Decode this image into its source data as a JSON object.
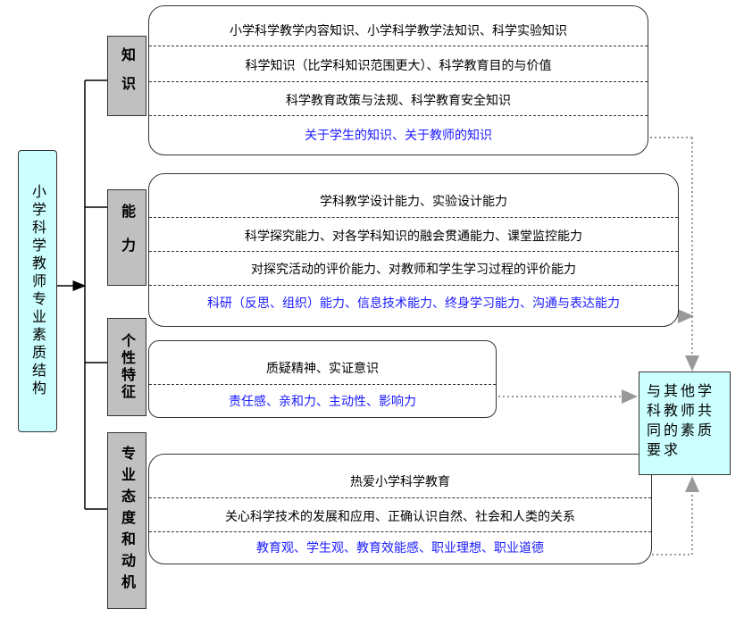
{
  "root": {
    "label": "小学科学教师专业素质结构"
  },
  "target": {
    "label": "与其他学科教师共同的素质要求"
  },
  "categories": [
    {
      "label": "知识",
      "items": [
        {
          "text": "小学科学教学内容知识、小学科学教学法知识、科学实验知识",
          "blue": false
        },
        {
          "text": "科学知识（比学科知识范围更大）、科学教育目的与价值",
          "blue": false
        },
        {
          "text": "科学教育政策与法规、科学教育安全知识",
          "blue": false
        },
        {
          "text": "关于学生的知识、关于教师的知识",
          "blue": true
        }
      ]
    },
    {
      "label": "能力",
      "items": [
        {
          "text": "学科教学设计能力、实验设计能力",
          "blue": false
        },
        {
          "text": "科学探究能力、对各学科知识的融会贯通能力、课堂监控能力",
          "blue": false
        },
        {
          "text": "对探究活动的评价能力、对教师和学生学习过程的评价能力",
          "blue": false
        },
        {
          "text": "科研（反思、组织）能力、信息技术能力、终身学习能力、沟通与表达能力",
          "blue": true
        }
      ]
    },
    {
      "label": "个性特征",
      "items": [
        {
          "text": "质疑精神、实证意识",
          "blue": false
        },
        {
          "text": "责任感、亲和力、主动性、影响力",
          "blue": true
        }
      ]
    },
    {
      "label": "专业态度和动机",
      "items": [
        {
          "text": "热爱小学科学教育",
          "blue": false
        },
        {
          "text": "关心科学技术的发展和应用、正确认识自然、社会和人类的关系",
          "blue": false
        },
        {
          "text": "教育观、学生观、教育效能感、职业理想、职业道德",
          "blue": true
        }
      ]
    }
  ],
  "colors": {
    "root_bg": "#ccffff",
    "category_bg": "#c0c0c0",
    "highlight_text": "#1a1aff",
    "connector": "#999999"
  }
}
